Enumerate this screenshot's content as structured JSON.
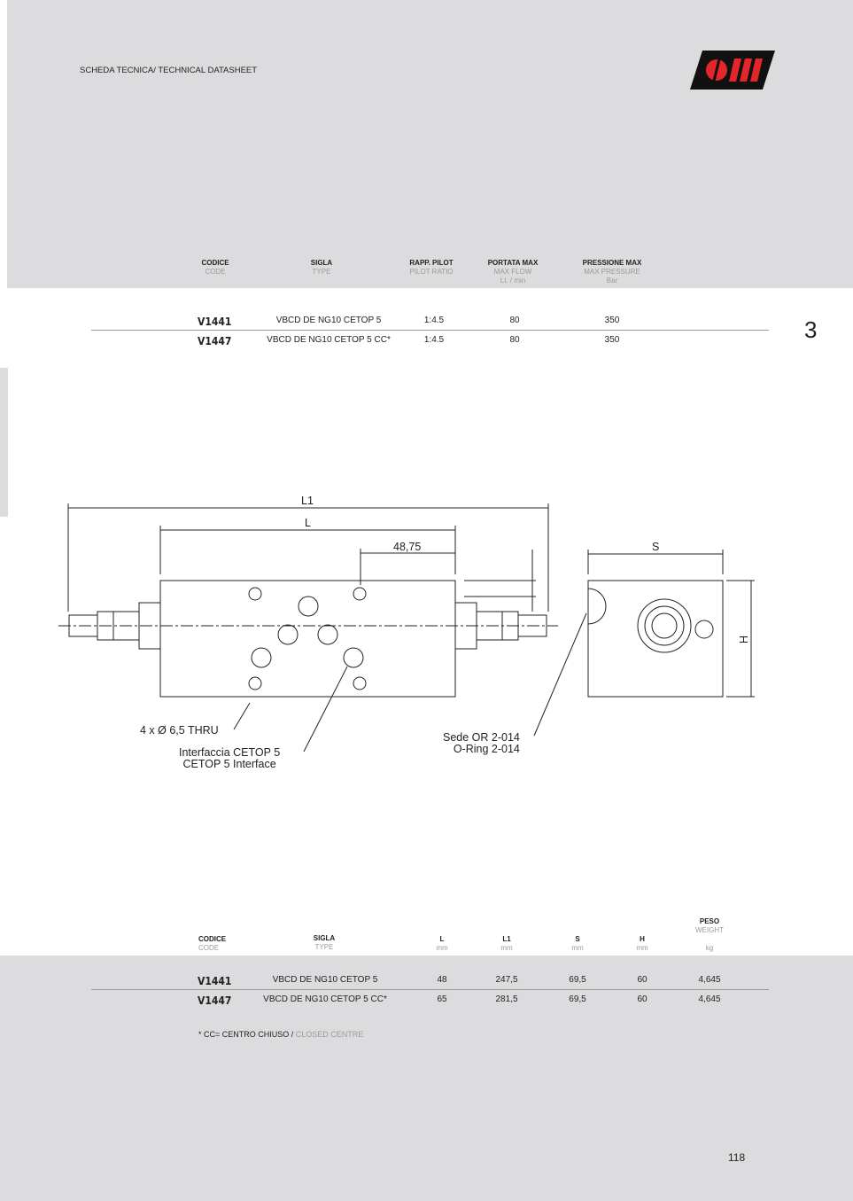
{
  "header": {
    "title": "SCHEDA TECNICA/ TECHNICAL DATASHEET",
    "logo": "OM"
  },
  "chapter": "3",
  "table1": {
    "headers": [
      {
        "it": "CODICE",
        "en": "CODE",
        "unit": ""
      },
      {
        "it": "SIGLA",
        "en": "TYPE",
        "unit": ""
      },
      {
        "it": "RAPP. PILOT",
        "en": "PILOT RATIO",
        "unit": ""
      },
      {
        "it": "PORTATA MAX",
        "en": "MAX FLOW",
        "unit": "Lt. / min"
      },
      {
        "it": "PRESSIONE MAX",
        "en": "MAX PRESSURE",
        "unit": "Bar"
      }
    ],
    "rows": [
      [
        "V1441",
        "VBCD DE NG10 CETOP 5",
        "1:4.5",
        "80",
        "350"
      ],
      [
        "V1447",
        "VBCD DE NG10 CETOP 5 CC*",
        "1:4.5",
        "80",
        "350"
      ]
    ]
  },
  "drawing": {
    "dim_L1": "L1",
    "dim_L": "L",
    "dim_4875": "48,75",
    "dim_S": "S",
    "dim_H": "H",
    "note_holes": "4 x Ø 6,5 THRU",
    "note_interface_it": "Interfaccia CETOP 5",
    "note_interface_en": "CETOP 5 Interface",
    "note_oring_it": "Sede OR 2-014",
    "note_oring_en": "O-Ring 2-014"
  },
  "table2": {
    "headers": [
      {
        "it": "CODICE",
        "en": "CODE",
        "unit": ""
      },
      {
        "it": "SIGLA",
        "en": "TYPE",
        "unit": ""
      },
      {
        "it": "L",
        "en": "",
        "unit": "mm"
      },
      {
        "it": "L1",
        "en": "",
        "unit": "mm"
      },
      {
        "it": "S",
        "en": "",
        "unit": "mm"
      },
      {
        "it": "H",
        "en": "",
        "unit": "mm"
      },
      {
        "it": "PESO",
        "en": "WEIGHT",
        "unit": "kg"
      }
    ],
    "rows": [
      [
        "V1441",
        "VBCD DE NG10 CETOP 5",
        "48",
        "247,5",
        "69,5",
        "60",
        "4,645"
      ],
      [
        "V1447",
        "VBCD DE NG10 CETOP 5 CC*",
        "65",
        "281,5",
        "69,5",
        "60",
        "4,645"
      ]
    ]
  },
  "footnote": {
    "it": "* CC= CENTRO CHIUSO /",
    "en": "CLOSED CENTRE"
  },
  "page_number": "118"
}
